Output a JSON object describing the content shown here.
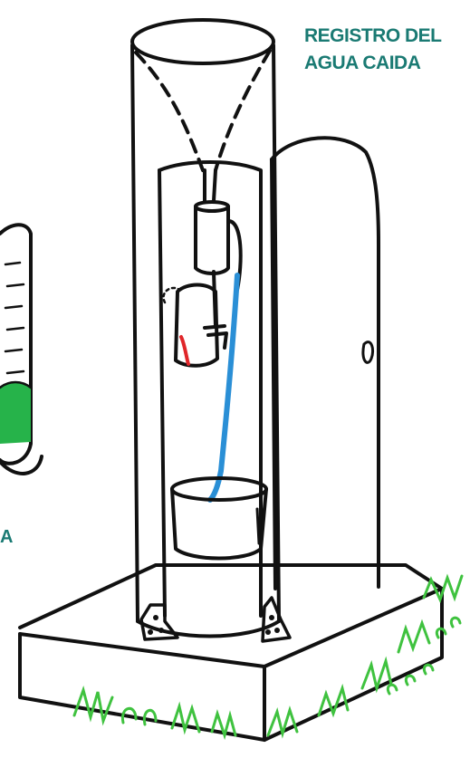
{
  "title": {
    "line1": "REGISTRO DEL",
    "line2": "AGUA CAIDA"
  },
  "side_label": "A",
  "colors": {
    "outline": "#111111",
    "title": "#1a7a73",
    "tube": "#2a8fd6",
    "water_green": "#26b34a",
    "grass": "#3fc23f",
    "pen_red": "#e0262a"
  }
}
